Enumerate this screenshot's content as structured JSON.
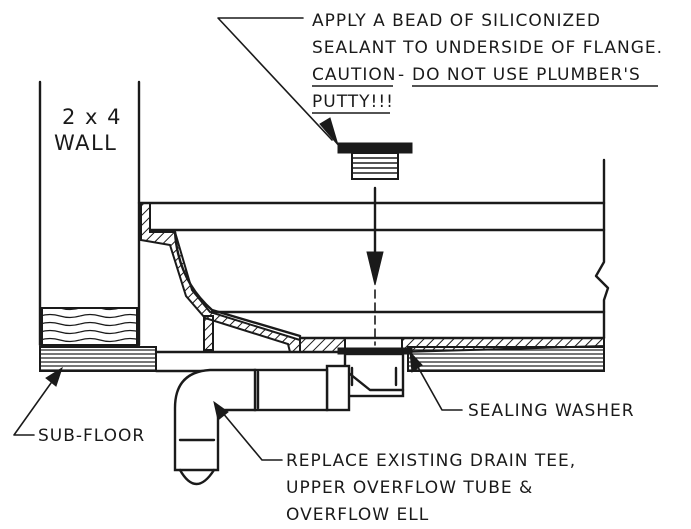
{
  "callouts": {
    "sealant_line1": "APPLY A BEAD OF SILICONIZED",
    "sealant_line2": "SEALANT TO UNDERSIDE OF FLANGE.",
    "caution_word": "CAUTION",
    "caution_dash": "-",
    "caution_rest": "DO NOT USE PLUMBER'S",
    "caution_line4": "PUTTY!!!",
    "wall_line1": "2 x 4",
    "wall_line2": "WALL",
    "sealing_washer": "SEALING WASHER",
    "sub_floor": "SUB-FLOOR",
    "replace_line1": "REPLACE EXISTING DRAIN TEE,",
    "replace_line2": "UPPER OVERFLOW TUBE &",
    "replace_line3": "OVERFLOW ELL"
  }
}
